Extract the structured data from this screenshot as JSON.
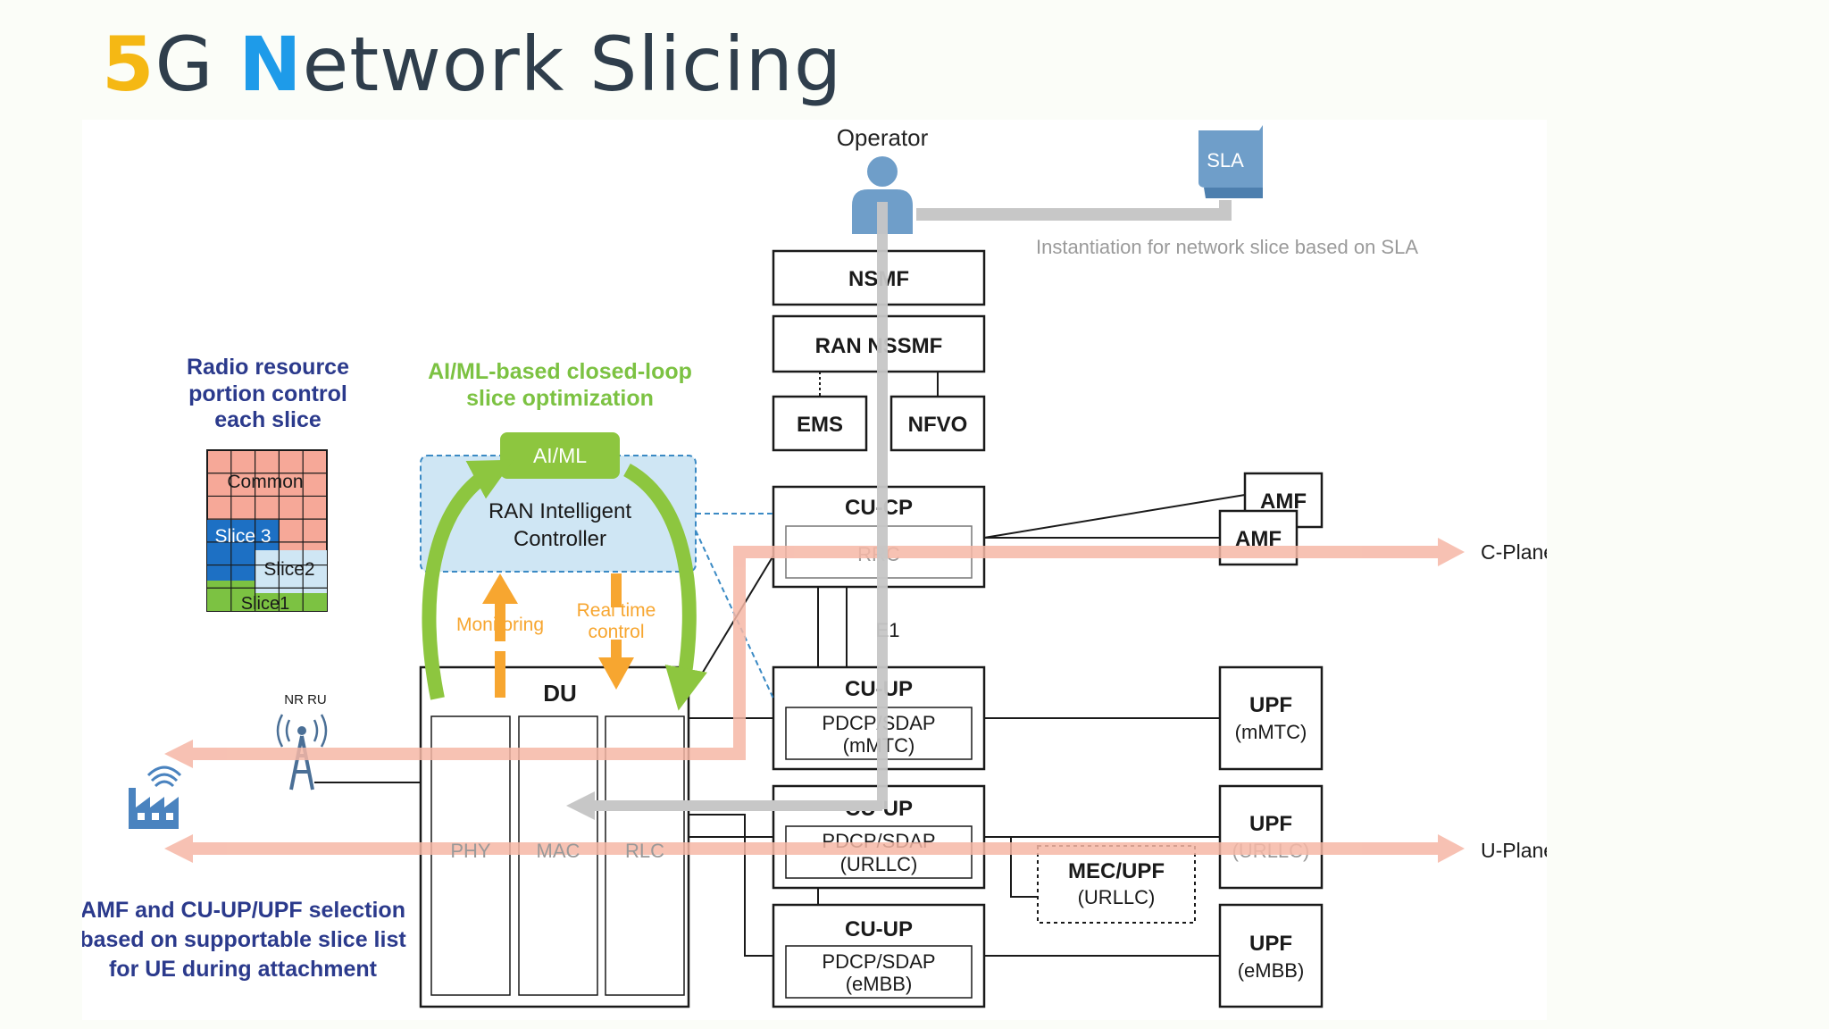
{
  "title": {
    "part1": "5",
    "part2": "G ",
    "part3": "N",
    "part4": "etwork Slicing"
  },
  "colors": {
    "title_text": "#2f3e4c",
    "title_five": "#f5b814",
    "title_n": "#1e9be9",
    "navy_text": "#2b3a8c",
    "green": "#8dc63f",
    "green_text": "#7cc242",
    "orange": "#f7a630",
    "salmon": "#f6b7a6",
    "ric_fill": "#cfe6f4",
    "ric_border": "#3b8ac4",
    "icon_blue": "#6f9ec9",
    "grey_line": "#c7c7c7",
    "box_border": "#1a1a1a"
  },
  "labels": {
    "operator": "Operator",
    "sla": "SLA",
    "instantiation": "Instantiation for network slice based on SLA",
    "radio_resource": [
      "Radio resource",
      "portion control",
      "each slice"
    ],
    "aiml_loop": [
      "AI/ML-based closed-loop",
      "slice optimization"
    ],
    "aiml": "AI/ML",
    "ric": [
      "RAN Intelligent",
      "Controller"
    ],
    "monitoring": "Monitoring",
    "realtime": [
      "Real time",
      "control"
    ],
    "du": "DU",
    "phy": "PHY",
    "mac": "MAC",
    "rlc": "RLC",
    "nr_ru": "NR  RU",
    "nsmf": "NSMF",
    "ran_nssmf": "RAN NSSMF",
    "ems": "EMS",
    "nfvo": "NFVO",
    "cu_cp": "CU-CP",
    "rrc": "RRC",
    "e1": "E1",
    "amf": "AMF",
    "c_plane": "C-Plane",
    "u_plane": "U-Plane",
    "cu_up": "CU-UP",
    "pdcp_sdap": "PDCP/SDAP",
    "mmtc": "(mMTC)",
    "urllc": "(URLLC)",
    "embb": "(eMBB)",
    "upf": "UPF",
    "mec_upf": "MEC/UPF",
    "amf_selection": [
      "AMF and CU-UP/UPF selection",
      "based on supportable slice list",
      "for UE during attachment"
    ]
  },
  "resource_grid": {
    "common": "Common",
    "slice3": "Slice 3",
    "slice2": "Slice2",
    "slice1": "Slice1"
  }
}
